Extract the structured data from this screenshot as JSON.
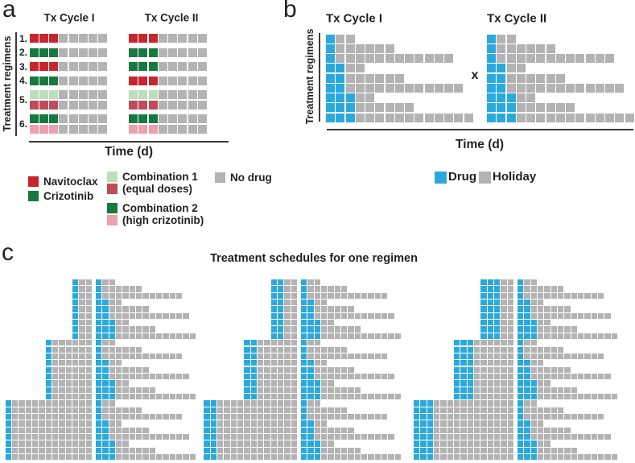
{
  "palette": {
    "red": "#c5272d",
    "dark_green": "#17793f",
    "light_green": "#bcdfbc",
    "dark_red": "#bf4c5a",
    "pink": "#eca0b1",
    "gray": "#b3b3b3",
    "blue": "#29a9dd"
  },
  "panel_a": {
    "label": "a",
    "cycle_titles": [
      "Tx Cycle I",
      "Tx Cycle II"
    ],
    "y_axis_label": "Treatment regimens",
    "x_axis_label": "Time (d)",
    "drug_days": 3,
    "holiday_days": 5,
    "regimens": [
      {
        "number": "1.",
        "sub_rows": [
          {
            "cycle1": "red",
            "cycle2": "red"
          }
        ]
      },
      {
        "number": "2.",
        "sub_rows": [
          {
            "cycle1": "dark_green",
            "cycle2": "dark_green"
          }
        ]
      },
      {
        "number": "3.",
        "sub_rows": [
          {
            "cycle1": "red",
            "cycle2": "dark_green"
          }
        ]
      },
      {
        "number": "4.",
        "sub_rows": [
          {
            "cycle1": "dark_green",
            "cycle2": "red"
          }
        ]
      },
      {
        "number": "5.",
        "sub_rows": [
          {
            "cycle1": "light_green",
            "cycle2": "light_green"
          },
          {
            "cycle1": "dark_red",
            "cycle2": "dark_red"
          }
        ]
      },
      {
        "number": "6.",
        "sub_rows": [
          {
            "cycle1": "dark_green",
            "cycle2": "dark_green"
          },
          {
            "cycle1": "pink",
            "cycle2": "pink"
          }
        ]
      }
    ],
    "legend": {
      "items": [
        {
          "swatches": [
            "red"
          ],
          "lines": [
            "Navitoclax"
          ]
        },
        {
          "swatches": [
            "dark_green"
          ],
          "lines": [
            "Crizotinib"
          ]
        },
        {
          "swatches": [
            "light_green",
            "dark_red"
          ],
          "lines": [
            "Combination 1",
            "(equal doses)"
          ]
        },
        {
          "swatches": [
            "dark_green",
            "pink"
          ],
          "lines": [
            "Combination 2",
            "(high crizotinib)"
          ]
        },
        {
          "swatches": [
            "gray"
          ],
          "lines": [
            "No drug"
          ]
        }
      ]
    }
  },
  "panel_b": {
    "label": "b",
    "cycle_titles": [
      "Tx Cycle I",
      "Tx Cycle II"
    ],
    "cross_symbol": "x",
    "y_axis_label": "Treatment regimens",
    "x_axis_label": "Time (d)",
    "drug_color": "blue",
    "holiday_color": "gray",
    "rows": [
      {
        "drug": 1,
        "holiday": 2
      },
      {
        "drug": 1,
        "holiday": 6
      },
      {
        "drug": 1,
        "holiday": 12
      },
      {
        "drug": 2,
        "holiday": 2
      },
      {
        "drug": 2,
        "holiday": 6
      },
      {
        "drug": 2,
        "holiday": 12
      },
      {
        "drug": 3,
        "holiday": 2
      },
      {
        "drug": 3,
        "holiday": 6
      },
      {
        "drug": 3,
        "holiday": 12
      }
    ],
    "legend": {
      "items": [
        {
          "swatch": "blue",
          "label": "Drug"
        },
        {
          "swatch": "gray",
          "label": "Holiday"
        }
      ]
    }
  },
  "panel_c": {
    "label": "c",
    "title": "Treatment schedules for one regimen",
    "drug_color": "blue",
    "holiday_color": "gray",
    "cycle2_rows": [
      {
        "drug": 1,
        "holiday": 2
      },
      {
        "drug": 1,
        "holiday": 6
      },
      {
        "drug": 1,
        "holiday": 12
      },
      {
        "drug": 2,
        "holiday": 2
      },
      {
        "drug": 2,
        "holiday": 6
      },
      {
        "drug": 2,
        "holiday": 12
      },
      {
        "drug": 3,
        "holiday": 2
      },
      {
        "drug": 3,
        "holiday": 6
      },
      {
        "drug": 3,
        "holiday": 12
      }
    ],
    "blocks": [
      {
        "cycle1_drug": 1,
        "cycle1_holidays": [
          2,
          6,
          12
        ]
      },
      {
        "cycle1_drug": 2,
        "cycle1_holidays": [
          2,
          6,
          12
        ]
      },
      {
        "cycle1_drug": 3,
        "cycle1_holidays": [
          2,
          6,
          12
        ]
      }
    ]
  }
}
